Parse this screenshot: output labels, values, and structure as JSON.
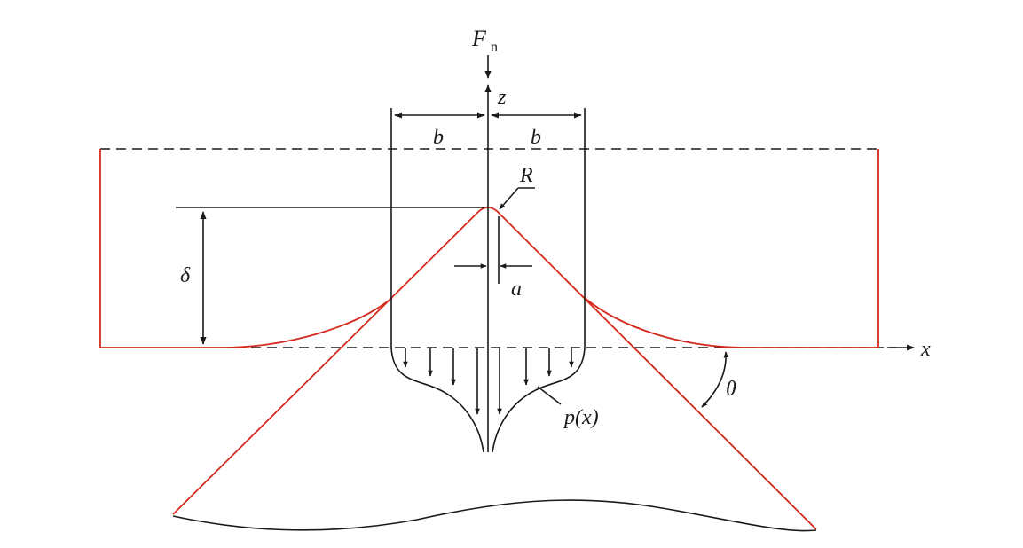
{
  "labels": {
    "force": "F",
    "force_sub": "n",
    "z_axis": "z",
    "x_axis": "x",
    "half_width_left": "b",
    "half_width_right": "b",
    "radius": "R",
    "tip_offset": "a",
    "depth": "δ",
    "angle": "θ",
    "pressure": "p(x)"
  },
  "colors": {
    "line": "#1a1a1a",
    "surface": "#d42a1e"
  }
}
